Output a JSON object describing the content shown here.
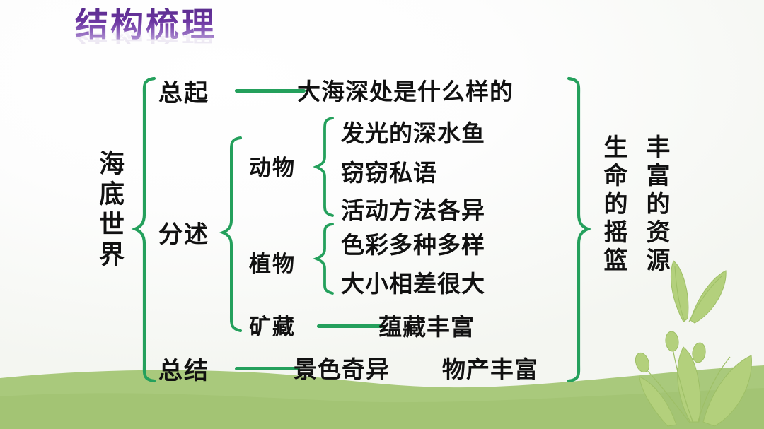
{
  "slide": {
    "title": "结构梳理",
    "title_color": "#6b35a0",
    "accent_color": "#24a05c",
    "text_color": "#111111",
    "background_color": "#ffffff",
    "hill_color": "#a7c878"
  },
  "diagram": {
    "type": "structure-outline",
    "root": "海底世界",
    "sections": [
      {
        "id": "intro",
        "label": "总起",
        "connector": "line",
        "items": [
          "大海深处是什么样的"
        ]
      },
      {
        "id": "detail",
        "label": "分述",
        "connector": "brace",
        "subsections": [
          {
            "label": "动物",
            "connector": "brace",
            "items": [
              "发光的深水鱼",
              "窃窃私语",
              "活动方法各异"
            ]
          },
          {
            "label": "植物",
            "connector": "brace",
            "items": [
              "色彩多种多样",
              "大小相差很大"
            ]
          },
          {
            "label": "矿藏",
            "connector": "line",
            "items": [
              "蕴藏丰富"
            ]
          }
        ]
      },
      {
        "id": "conclusion",
        "label": "总结",
        "connector": "line",
        "items": [
          "景色奇异",
          "物产丰富"
        ]
      }
    ],
    "outcomes": [
      "生命的摇篮",
      "丰富的资源"
    ]
  },
  "nodes": {
    "intro_label": "总起",
    "intro_text": "大海深处是什么样的",
    "detail_label": "分述",
    "animal_label": "动物",
    "animal_1": "发光的深水鱼",
    "animal_2": "窃窃私语",
    "animal_3": "活动方法各异",
    "plant_label": "植物",
    "plant_1": "色彩多种多样",
    "plant_2": "大小相差很大",
    "mineral_label": "矿藏",
    "mineral_1": "蕴藏丰富",
    "conclusion_label": "总结",
    "conclusion_1": "景色奇异",
    "conclusion_2": "物产丰富",
    "root_label": "海底世界",
    "outcome_1": "生命的摇篮",
    "outcome_2": "丰富的资源"
  }
}
